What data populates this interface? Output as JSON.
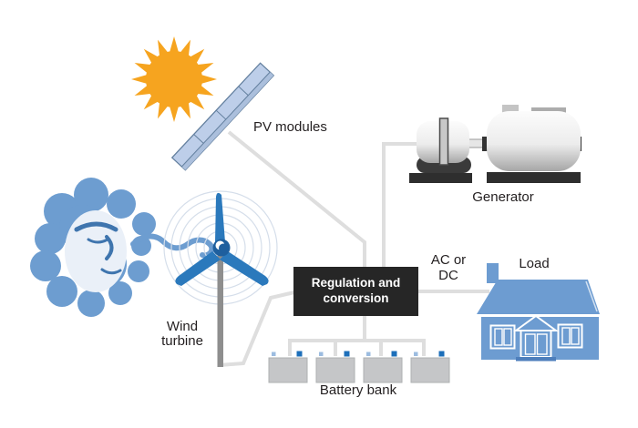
{
  "figure": {
    "type": "system-diagram",
    "labels": {
      "pv_modules": "PV modules",
      "generator": "Generator",
      "wind_turbine": "Wind turbine",
      "regulation": "Regulation and conversion",
      "ac_or_dc": "AC or DC",
      "load": "Load",
      "battery_bank": "Battery bank"
    },
    "components": [
      "Sun",
      "PV modules",
      "Wind",
      "Wind turbine",
      "Generator",
      "Regulation and conversion",
      "Battery bank",
      "Load"
    ],
    "connections": [
      {
        "from": "PV modules",
        "to": "Regulation and conversion"
      },
      {
        "from": "Wind turbine",
        "to": "Regulation and conversion"
      },
      {
        "from": "Generator",
        "to": "Regulation and conversion"
      },
      {
        "from": "Regulation and conversion",
        "to": "Battery bank"
      },
      {
        "from": "Regulation and conversion",
        "to": "Load",
        "label": "AC or DC"
      }
    ],
    "battery_count": 4,
    "colors": {
      "sun_orange": "#F6A41F",
      "panel_fill": "#BDCEE9",
      "panel_border": "#64809F",
      "turbine_blue": "#2B79BC",
      "hub_blue": "#1E5F9E",
      "cloud_blue": "#6D9DD0",
      "cloud_face": "#EAF0F8",
      "house_blue": "#6D9CD1",
      "battery_gray": "#C5C6C8",
      "terminal_light_blue": "#9CBCE0",
      "terminal_dark_blue": "#1D6FBA",
      "box_background": "#262626",
      "box_text": "#FFFFFF",
      "wire_gray": "#DEDEDE",
      "pole_gray": "#8E8E8E",
      "generator_dark": "#2E2E2E",
      "label_text": "#231F20"
    }
  }
}
